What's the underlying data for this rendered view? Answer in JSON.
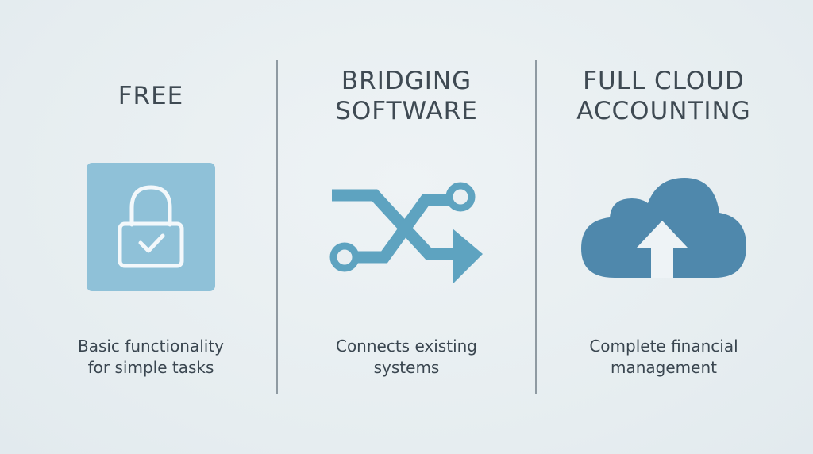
{
  "columns": [
    {
      "title": "FREE",
      "description": "Basic functionality\nfor simple tasks",
      "icon": "lock-check-icon"
    },
    {
      "title": "BRIDGING\nSOFTWARE",
      "description": "Connects existing\nsystems",
      "icon": "shuffle-arrows-icon"
    },
    {
      "title": "FULL CLOUD\nACCOUNTING",
      "description": "Complete financial\nmanagement",
      "icon": "cloud-upload-icon"
    }
  ],
  "colors": {
    "background": "#e9eff2",
    "lock_tile": "#8fc1d8",
    "bridge": "#5ea3c0",
    "cloud": "#4f88ac",
    "text": "#3f4a53",
    "divider": "#8f9aa2"
  }
}
